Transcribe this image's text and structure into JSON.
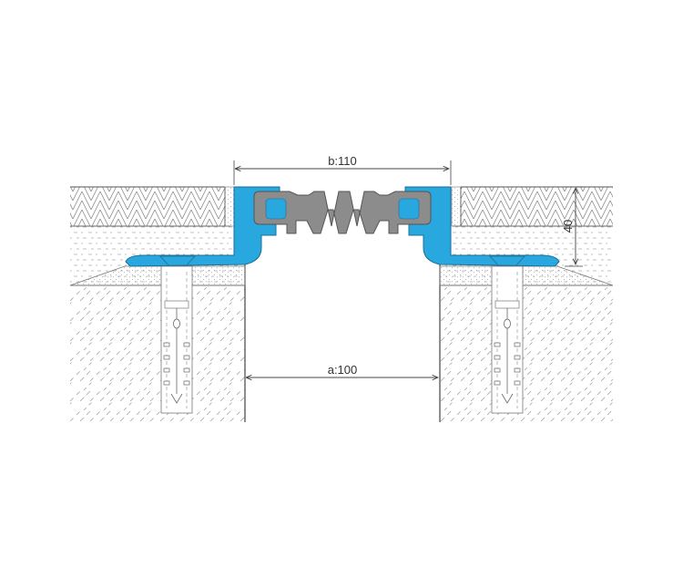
{
  "diagram": {
    "dimension_width_top": "b:110",
    "dimension_width_gap": "a:100",
    "dimension_height": "40"
  },
  "colors": {
    "profile_blue": "#29a7df",
    "insert_gray": "#8c8c8c",
    "line": "#444444",
    "hatch": "#9a9a9a"
  }
}
